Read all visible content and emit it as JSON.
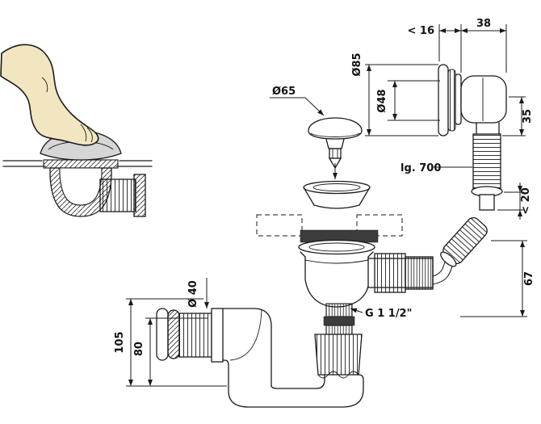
{
  "meta": {
    "description": "Technical dimensional drawing of a shower tray waste drain set with click cap, overflow hose and wall outlet elbow",
    "foot_illustration": "foot pressing drain cap"
  },
  "colors": {
    "line": "#1a1a1a",
    "skin": "#f2e6c0",
    "gasket": "#3c3c3c",
    "shade": "#d6d6d6",
    "background": "#ffffff"
  },
  "dimensions": {
    "dia65": "Ø65",
    "dia85": "Ø85",
    "dia48": "Ø48",
    "lt16": "< 16",
    "w38": "38",
    "h35": "35",
    "lg700": "lg. 700",
    "lt20": "< 20",
    "h67": "67",
    "dia40": "Ø 40",
    "h105": "105",
    "h80": "80",
    "thread": "G 1 1/2\""
  }
}
